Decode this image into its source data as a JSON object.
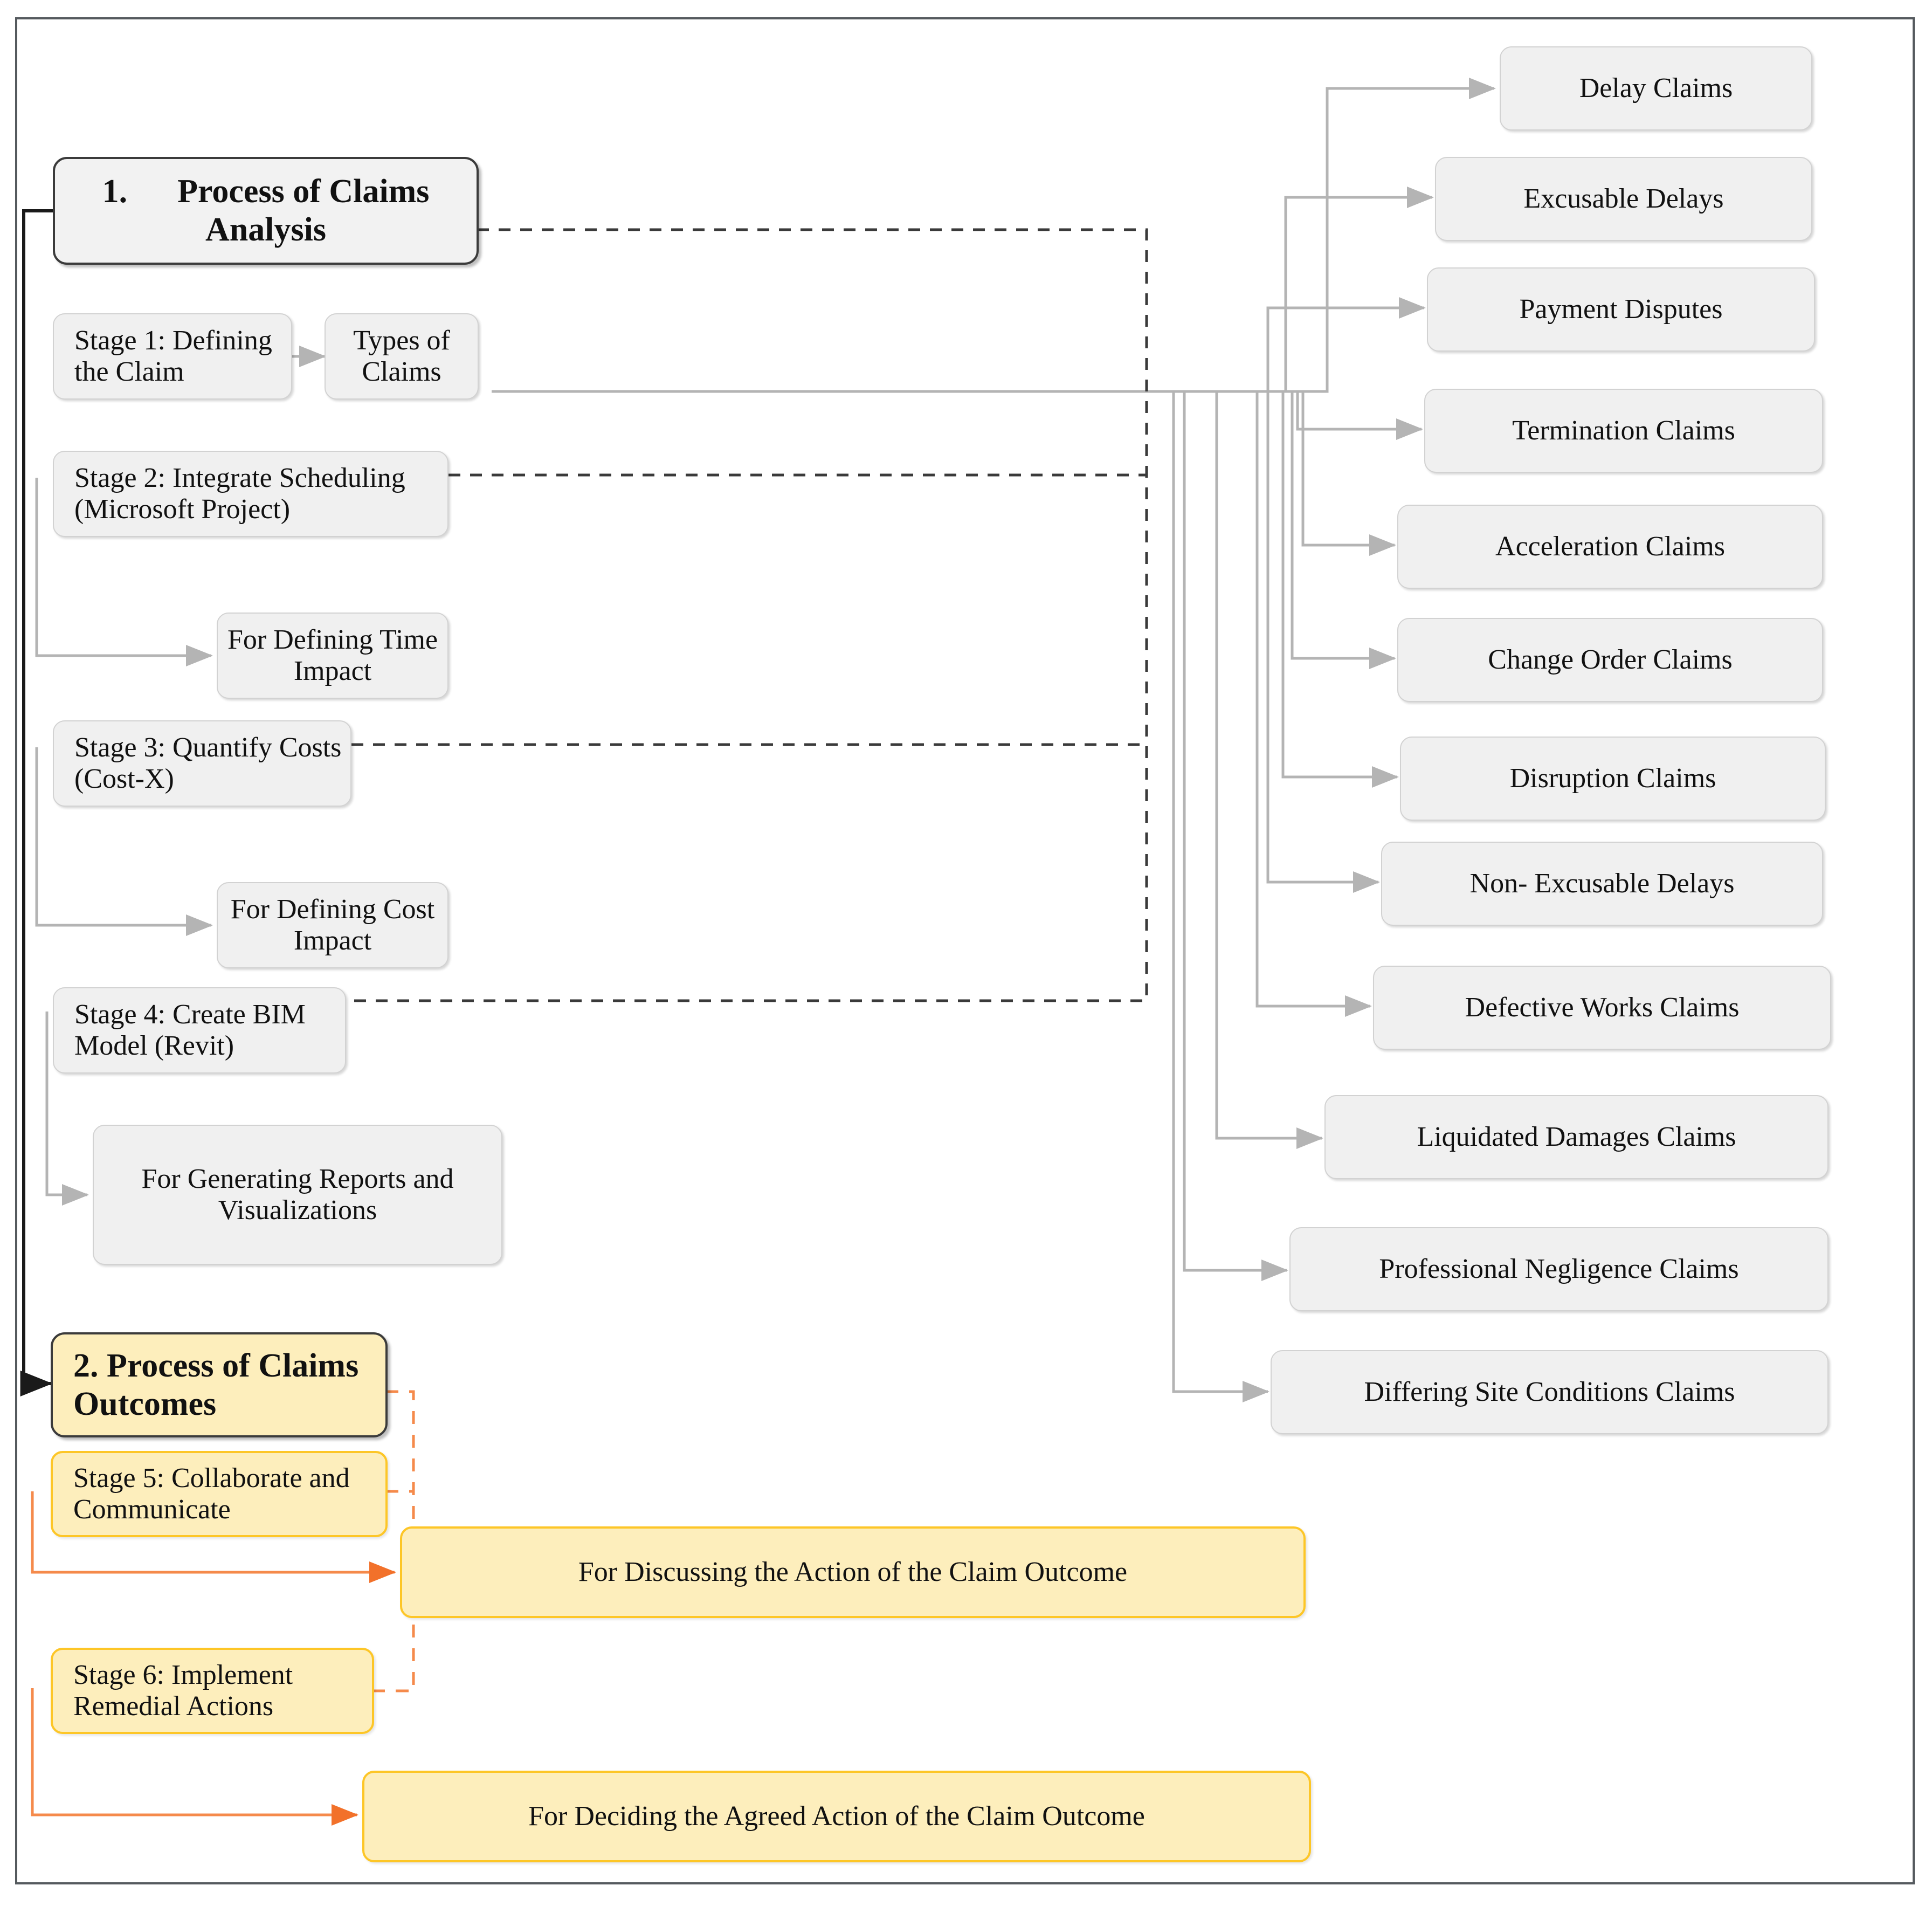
{
  "diagram": {
    "title": "Claims Analysis and Outcomes Process Flowchart",
    "colors": {
      "grey_fill": "#f0f0f0",
      "grey_border": "#d2d2d2",
      "dark_border": "#3b3b3b",
      "yellow_fill": "#fdeebc",
      "yellow_border": "#fdc627",
      "orange_connector": "#f58a4b",
      "grey_connector": "#b0b0b0",
      "canvas_border": "#555a5e"
    }
  },
  "section1": {
    "header": "1.  Process of Claims Analysis",
    "stages": [
      {
        "id": "stage1",
        "label": "Stage 1: Defining the Claim"
      },
      {
        "id": "types",
        "label": "Types of Claims"
      },
      {
        "id": "stage2",
        "label": "Stage 2: Integrate Scheduling (Microsoft Project)"
      },
      {
        "id": "time-impact",
        "label": "For Defining Time Impact"
      },
      {
        "id": "stage3",
        "label": "Stage 3: Quantify Costs (Cost-X)"
      },
      {
        "id": "cost-impact",
        "label": "For Defining Cost Impact"
      },
      {
        "id": "stage4",
        "label": "Stage 4: Create BIM Model (Revit)"
      },
      {
        "id": "reports",
        "label": "For Generating Reports and Visualizations"
      }
    ]
  },
  "claim_types": [
    {
      "id": "delay-claims",
      "label": "Delay Claims"
    },
    {
      "id": "excusable-delays",
      "label": "Excusable Delays"
    },
    {
      "id": "payment-disputes",
      "label": "Payment Disputes"
    },
    {
      "id": "termination-claims",
      "label": "Termination Claims"
    },
    {
      "id": "acceleration-claims",
      "label": "Acceleration Claims"
    },
    {
      "id": "change-order-claims",
      "label": "Change Order Claims"
    },
    {
      "id": "disruption-claims",
      "label": "Disruption Claims"
    },
    {
      "id": "non-excusable-delays",
      "label": "Non- Excusable Delays"
    },
    {
      "id": "defective-works-claims",
      "label": "Defective Works Claims"
    },
    {
      "id": "liquidated-damages-claims",
      "label": "Liquidated Damages Claims"
    },
    {
      "id": "professional-negligence-claims",
      "label": "Professional Negligence Claims"
    },
    {
      "id": "differing-site-conditions-claims",
      "label": "Differing Site Conditions Claims"
    }
  ],
  "section2": {
    "header": "2. Process of Claims Outcomes",
    "stages": [
      {
        "id": "stage5",
        "label": "Stage 5: Collaborate and Communicate"
      },
      {
        "id": "discussing",
        "label": "For Discussing the Action of the Claim Outcome"
      },
      {
        "id": "stage6",
        "label": "Stage 6: Implement Remedial Actions"
      },
      {
        "id": "deciding",
        "label": "For Deciding the Agreed Action of the Claim Outcome"
      }
    ]
  }
}
